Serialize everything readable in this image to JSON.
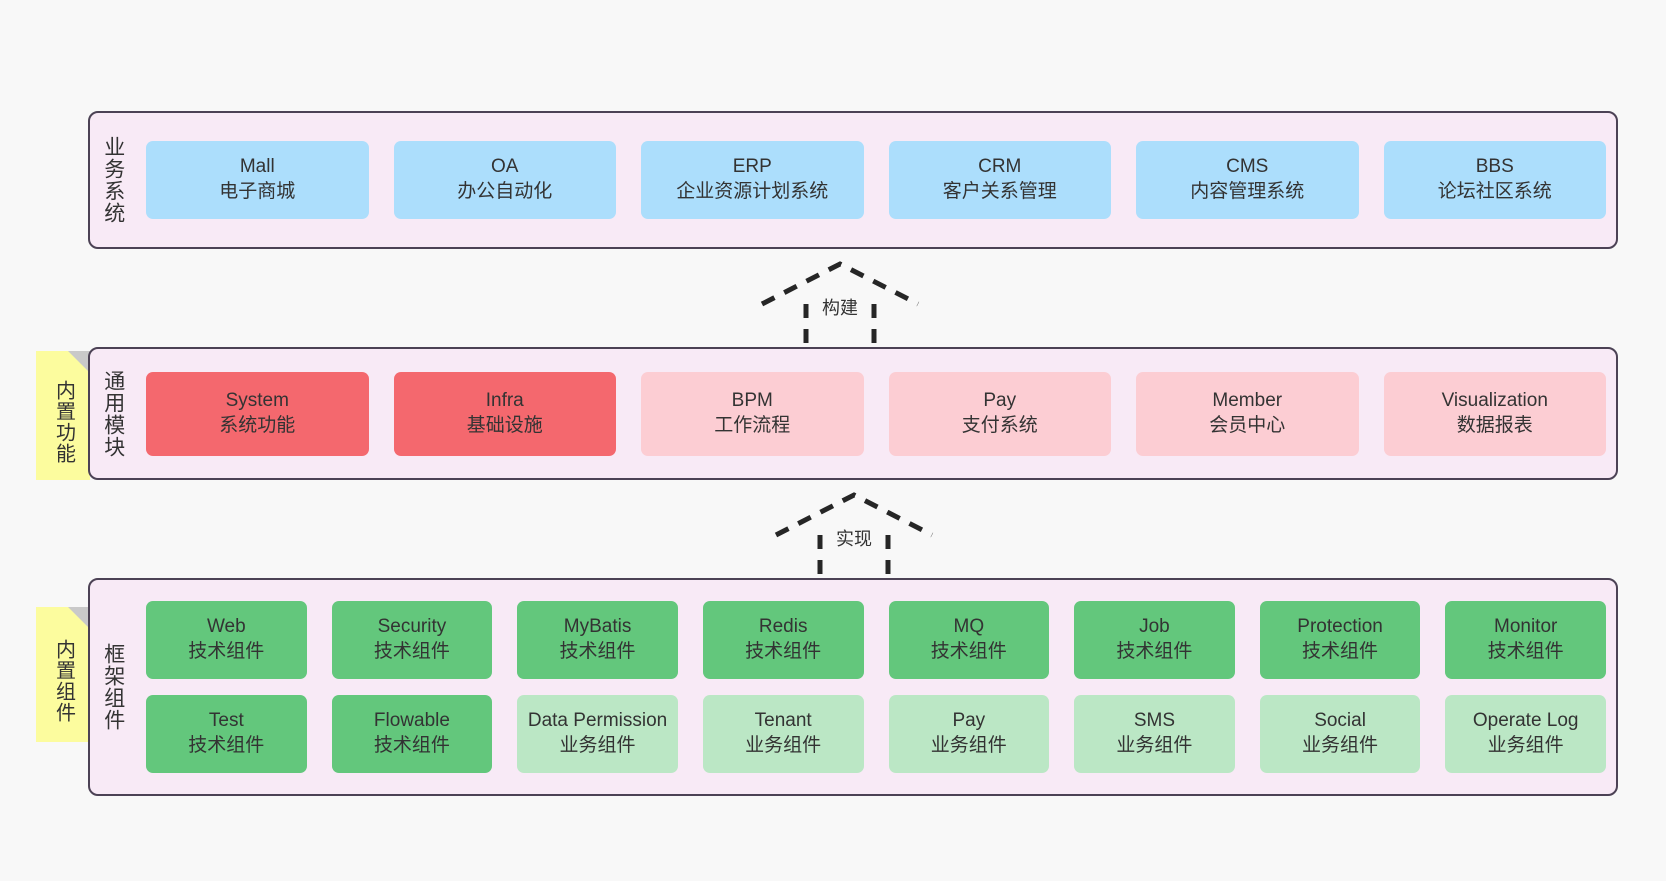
{
  "diagram": {
    "background_color": "#f8f8f8",
    "panel_color": "#f8eaf6",
    "panel_border_color": "#4c4255",
    "sticky_color": "#fcfc9e"
  },
  "layers": {
    "business": {
      "title": "业务系统",
      "card_color": "#acdefc",
      "cards": [
        {
          "en": "Mall",
          "cn": "电子商城"
        },
        {
          "en": "OA",
          "cn": "办公自动化"
        },
        {
          "en": "ERP",
          "cn": "企业资源计划系统"
        },
        {
          "en": "CRM",
          "cn": "客户关系管理"
        },
        {
          "en": "CMS",
          "cn": "内容管理系统"
        },
        {
          "en": "BBS",
          "cn": "论坛社区系统"
        }
      ]
    },
    "common": {
      "title": "通用模块",
      "sticky_label": "内置功能",
      "highlight_color": "#f4686e",
      "normal_color": "#fccdd3",
      "cards": [
        {
          "en": "System",
          "cn": "系统功能",
          "highlight": true
        },
        {
          "en": "Infra",
          "cn": "基础设施",
          "highlight": true
        },
        {
          "en": "BPM",
          "cn": "工作流程",
          "highlight": false
        },
        {
          "en": "Pay",
          "cn": "支付系统",
          "highlight": false
        },
        {
          "en": "Member",
          "cn": "会员中心",
          "highlight": false
        },
        {
          "en": "Visualization",
          "cn": "数据报表",
          "highlight": false
        }
      ]
    },
    "framework": {
      "title": "框架组件",
      "sticky_label": "内置组件",
      "tech_color": "#63c77c",
      "biz_color": "#bbe7c5",
      "row1": [
        {
          "en": "Web",
          "cn": "技术组件"
        },
        {
          "en": "Security",
          "cn": "技术组件"
        },
        {
          "en": "MyBatis",
          "cn": "技术组件"
        },
        {
          "en": "Redis",
          "cn": "技术组件"
        },
        {
          "en": "MQ",
          "cn": "技术组件"
        },
        {
          "en": "Job",
          "cn": "技术组件"
        },
        {
          "en": "Protection",
          "cn": "技术组件"
        },
        {
          "en": "Monitor",
          "cn": "技术组件"
        }
      ],
      "row2": [
        {
          "en": "Test",
          "cn": "技术组件",
          "kind": "tech"
        },
        {
          "en": "Flowable",
          "cn": "技术组件",
          "kind": "tech"
        },
        {
          "en": "Data Permission",
          "cn": "业务组件",
          "kind": "biz"
        },
        {
          "en": "Tenant",
          "cn": "业务组件",
          "kind": "biz"
        },
        {
          "en": "Pay",
          "cn": "业务组件",
          "kind": "biz"
        },
        {
          "en": "SMS",
          "cn": "业务组件",
          "kind": "biz"
        },
        {
          "en": "Social",
          "cn": "业务组件",
          "kind": "biz"
        },
        {
          "en": "Operate Log",
          "cn": "业务组件",
          "kind": "biz"
        }
      ]
    }
  },
  "connectors": [
    {
      "label": "构建",
      "name": "build-arrow"
    },
    {
      "label": "实现",
      "name": "implement-arrow"
    }
  ]
}
